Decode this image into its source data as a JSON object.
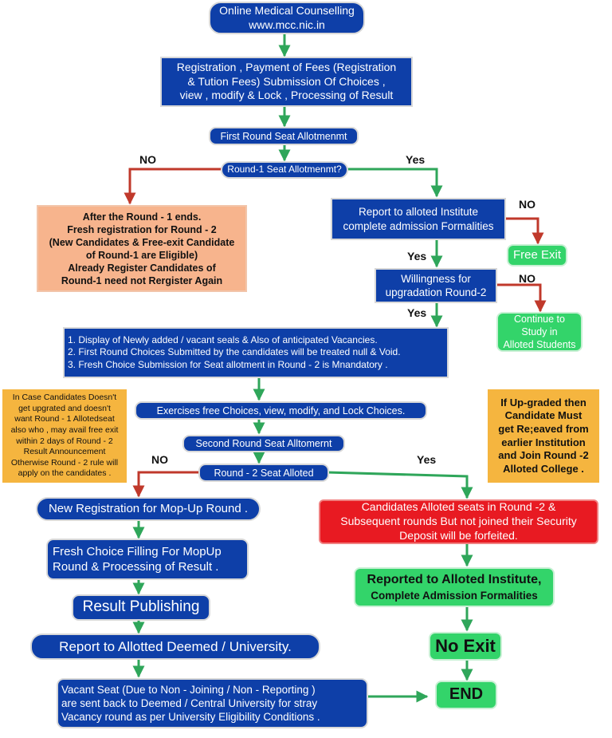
{
  "nodes": {
    "start": [
      "Online Medical Counselling",
      "www.mcc.nic.in"
    ],
    "registration": [
      "Registration , Payment of Fees (Registration",
      "& Tution Fees) Submission Of Choices ,",
      "view ,  modify & Lock , Processing of Result"
    ],
    "first_round": "First Round Seat Allotmenmt",
    "round1_q": "Round-1 Seat Allotmenmt?",
    "after_round1": [
      "After the Round - 1 ends.",
      "Fresh registration for Round - 2",
      "(New Candidates & Free-exit Candidate",
      "of Round-1 are Eligible)",
      "Already Register Candidates of",
      "Round-1  need not Rergister Again"
    ],
    "report_institute": [
      "Report to alloted Institute",
      "complete admission Formalities"
    ],
    "free_exit": "Free Exit",
    "willingness": [
      "Willingness for",
      "upgradation Round-2"
    ],
    "continue_study": [
      "Continue to",
      "Study in",
      "Alloted Students"
    ],
    "display_info": [
      "1.  Display of Newly added / vacant  seals & Also of anticipated Vacancies.",
      "2. First Round Choices Submitted  by the candidates will be treated null & Void.",
      "3. Fresh Choice Submission for Seat allotment in Round - 2 is Mnandatory ."
    ],
    "exercise_choices": "Exercises free Choices, view, modify, and Lock Choices.",
    "second_round": "Second Round Seat Alltomernt",
    "round2_alloted": "Round - 2  Seat Alloted",
    "case_note": [
      "In Case Candidates Doesn't",
      "get upgrated and doesn't",
      "want Round - 1 Allotedseat",
      "also who , may avail free exit",
      "within 2 days of Round - 2",
      "Result Announcement",
      "Otherwise Round - 2 rule will",
      "apply on the candidates ."
    ],
    "upgraded_note": [
      "If Up-graded then",
      "Candidate Must",
      "get Re;eaved from",
      "earlier Institution",
      "and Join Round -2",
      "Alloted College ."
    ],
    "mopup_registration": "New Registration for Mop-Up Round .",
    "fresh_choice": [
      "Fresh Choice Filling For MopUp",
      "Round & Processing of Result ."
    ],
    "result_publishing": "Result Publishing",
    "report_deemed": "Report to Allotted Deemed / University.",
    "vacant_seat": [
      "Vacant Seat (Due to Non - Joining / Non - Reporting )",
      "are sent back to Deemed / Central University for stray",
      "Vacancy  round as per University Eligibility Conditions ."
    ],
    "security_deposit": [
      "Candidates Alloted seats in Round -2 &",
      "Subsequent rounds But not joined their Security",
      "Deposit  will be forfeited."
    ],
    "reported_institute": [
      "Reported to Alloted Institute,",
      "Complete Admission Formalities"
    ],
    "no_exit": "No Exit",
    "end": "END"
  },
  "edge_labels": {
    "no": "NO",
    "yes": "Yes"
  },
  "colors": {
    "primary_blue": "#0e3fa8",
    "arrow_green": "#2fa65a",
    "arrow_red": "#c0392b",
    "box_green": "#33d46a",
    "box_red": "#e81a22",
    "box_peach": "#f7b48d",
    "box_orange": "#f5b53f"
  }
}
